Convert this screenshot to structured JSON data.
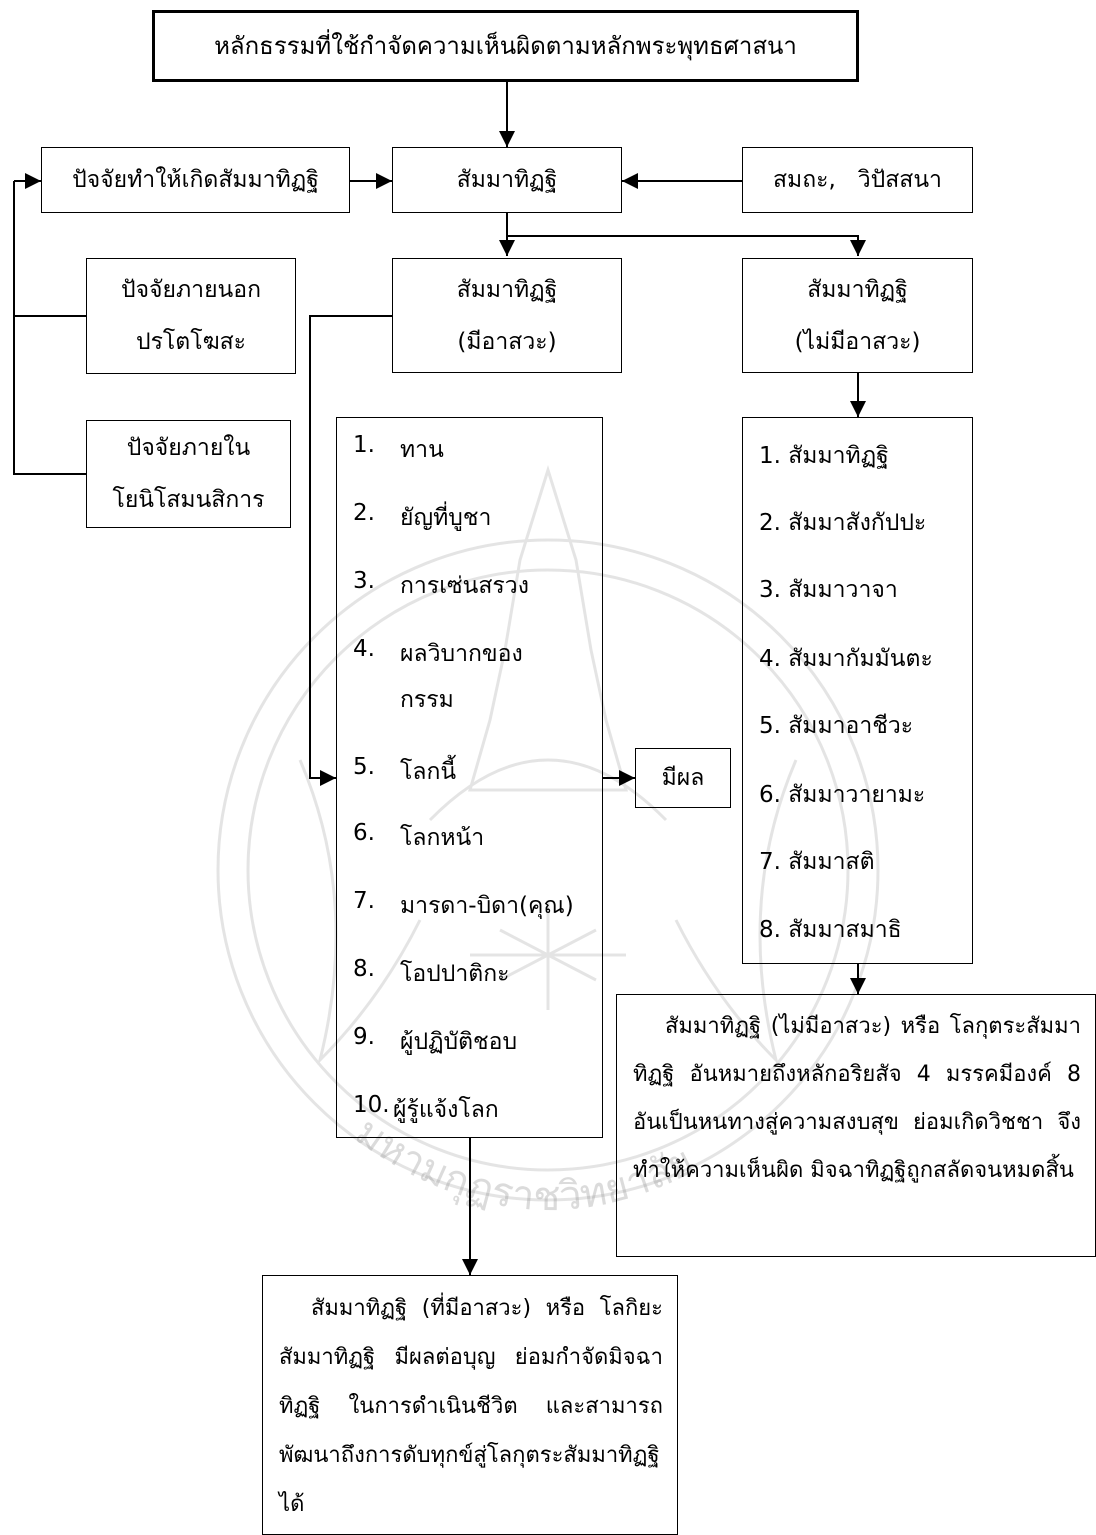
{
  "title": "หลักธรรมที่ใช้กำจัดความเห็นผิดตามหลักพระพุทธศาสนา",
  "factors_box": "ปัจจัยทำให้เกิดสัมมาทิฏฐิ",
  "samma_ditthi_box": "สัมมาทิฏฐิ",
  "samatha_box": "สมถะ,   วิปัสสนา",
  "external_factor": {
    "line1": "ปัจจัยภายนอก",
    "line2": "ปรโตโฆสะ"
  },
  "internal_factor": {
    "line1": "ปัจจัยภายใน",
    "line2": "โยนิโสมนสิการ"
  },
  "with_asava": {
    "line1": "สัมมาทิฏฐิ",
    "line2": "(มีอาสวะ)"
  },
  "without_asava": {
    "line1": "สัมมาทิฏฐิ",
    "line2": "(ไม่มีอาสวะ)"
  },
  "lokiya_list": [
    {
      "num": "1.",
      "text": "ทาน"
    },
    {
      "num": "2.",
      "text": "ยัญที่บูชา"
    },
    {
      "num": "3.",
      "text": "การเซ่นสรวง"
    },
    {
      "num": "4.",
      "text": "ผลวิบากของ",
      "text2": "กรรม"
    },
    {
      "num": "5.",
      "text": "โลกนี้"
    },
    {
      "num": "6.",
      "text": "โลกหน้า"
    },
    {
      "num": "7.",
      "text": "มารดา-บิดา(คุณ)"
    },
    {
      "num": "8.",
      "text": "โอปปาติกะ"
    },
    {
      "num": "9.",
      "text": "ผู้ปฏิบัติชอบ"
    },
    {
      "num": "10.",
      "text": "ผู้รู้แจ้งโลก"
    }
  ],
  "has_result_box": "มีผล",
  "path_list": [
    "1. สัมมาทิฏฐิ",
    "2. สัมมาสังกัปปะ",
    "3. สัมมาวาจา",
    "4. สัมมากัมมันตะ",
    "5. สัมมาอาชีวะ",
    "6. สัมมาวายามะ",
    "7. สัมมาสติ",
    "8. สัมมาสมาธิ"
  ],
  "lokuttara_summary": "สัมมาทิฏฐิ (ไม่มีอาสวะ) หรือ โลกุตระสัมมาทิฏฐิ อันหมายถึงหลักอริยสัจ 4 มรรคมีองค์ 8 อันเป็นหนทางสู่ความสงบสุข ย่อมเกิดวิชชา จึงทำให้ความเห็นผิด มิจฉาทิฏฐิถูกสลัดจนหมดสิ้น",
  "lokiya_summary": "สัมมาทิฏฐิ (ที่มีอาสวะ) หรือ โลกิยะสัมมาทิฏฐิ มีผลต่อบุญ ย่อมกำจัดมิจฉาทิฏฐิ ในการดำเนินชีวิต และสามารถพัฒนาถึงการดับทุกข์สู่โลกุตระสัมมาทิฏฐิได้",
  "watermark_text": "มหามกุฏราชวิทยาลัย"
}
